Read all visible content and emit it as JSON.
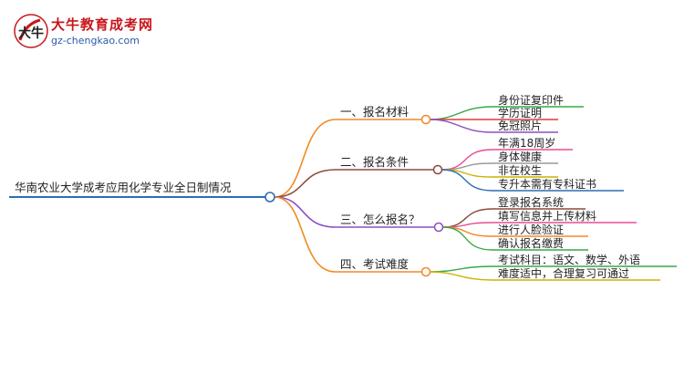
{
  "logo": {
    "title": "大牛教育成考网",
    "url": "gz-chengkao.com",
    "mark_glyph": "大牛"
  },
  "mindmap": {
    "root": {
      "label": "华南农业大学成考应用化学专业全日制情况",
      "color": "#2e6db4"
    },
    "branches": [
      {
        "label": "一、报名材料",
        "color": "#f08a24",
        "children": [
          {
            "label": "身份证复印件",
            "color": "#3aa845"
          },
          {
            "label": "学历证明",
            "color": "#e23b3b"
          },
          {
            "label": "免冠照片",
            "color": "#8e4fc2"
          }
        ]
      },
      {
        "label": "二、报名条件",
        "color": "#8b4a3c",
        "children": [
          {
            "label": "年满18周岁",
            "color": "#e84c93"
          },
          {
            "label": "身体健康",
            "color": "#9a9a9a"
          },
          {
            "label": "非在校生",
            "color": "#c9b400"
          },
          {
            "label": "专升本需有专科证书",
            "color": "#2e6db4"
          }
        ]
      },
      {
        "label": "三、怎么报名？",
        "color": "#8e4fc2",
        "children": [
          {
            "label": "登录报名系统",
            "color": "#8b4a3c"
          },
          {
            "label": "填写信息并上传材料",
            "color": "#e84c93"
          },
          {
            "label": "进行人脸验证",
            "color": "#f08a24"
          },
          {
            "label": "确认报名缴费",
            "color": "#3aa845"
          }
        ]
      },
      {
        "label": "四、考试难度",
        "color": "#f08a24",
        "children": [
          {
            "label": "考试科目：语文、数学、外语",
            "color": "#3aa845"
          },
          {
            "label": "难度适中，合理复习可通过",
            "color": "#c9b400"
          }
        ]
      }
    ]
  }
}
